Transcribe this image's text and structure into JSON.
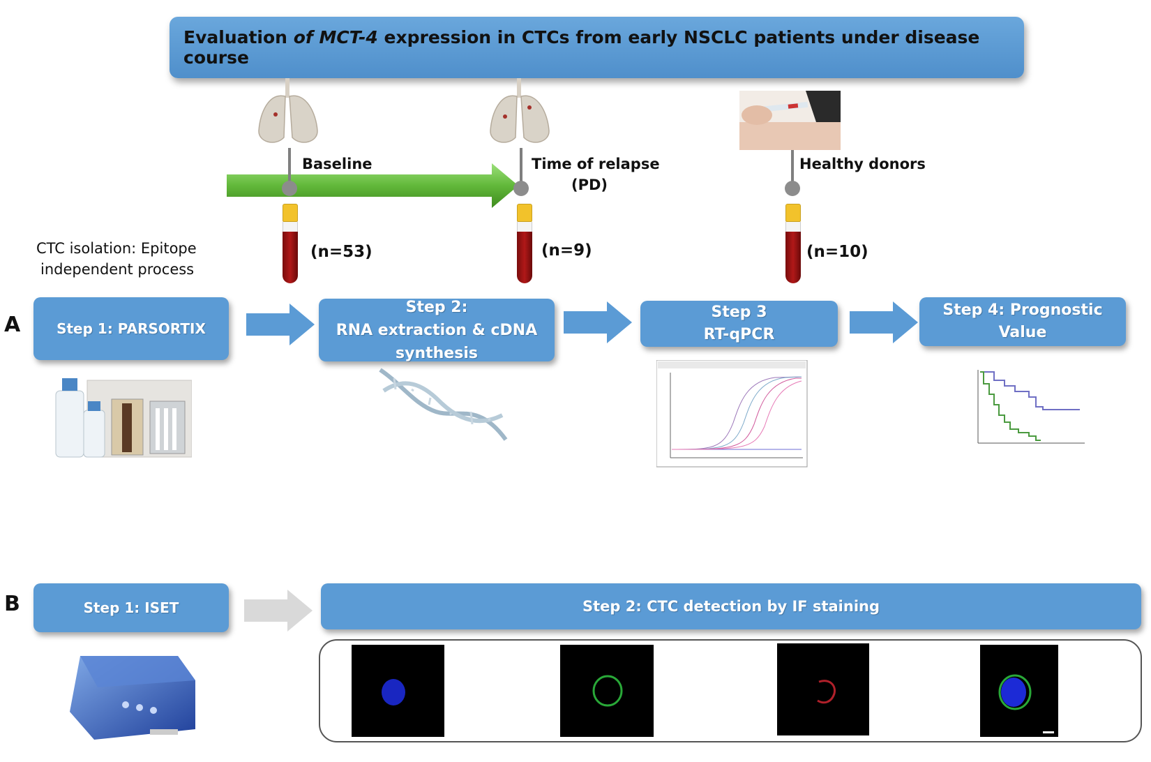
{
  "title": {
    "prefix": "Evaluation ",
    "italic": "of MCT-4",
    "suffix": " expression in CTCs from early NSCLC patients under disease course"
  },
  "timeline": {
    "baseline": "Baseline",
    "relapse_line1": "Time of relapse",
    "relapse_line2": "(PD)",
    "healthy": "Healthy donors",
    "n_baseline": "(n=53)",
    "n_relapse": "(n=9)",
    "n_healthy": "(n=10)"
  },
  "isolation_note": {
    "line1": "CTC isolation: Epitope",
    "line2": "independent process"
  },
  "panel_a": {
    "label": "A",
    "step1": "Step 1: PARSORTIX",
    "step2_line1": "Step 2:",
    "step2_line2": "RNA  extraction & cDNA",
    "step2_line3": "synthesis",
    "step3_line1": "Step 3",
    "step3_line2": "RT-qPCR",
    "step4_line1": "Step 4: Prognostic",
    "step4_line2": "Value"
  },
  "panel_b": {
    "label": "B",
    "step1": "Step 1: ISET",
    "step2": "Step 2:  CTC detection by IF staining"
  },
  "colors": {
    "box_blue": "#5b9bd5",
    "arrow_green": "#6cc043",
    "tube_cap": "#f2c22b",
    "blood": "#9e1414"
  },
  "icons": [
    "lungs-icon",
    "injection-photo",
    "blood-tube-icon",
    "parsortix-device",
    "dna-helix",
    "qpcr-curve-plot",
    "survival-curve-plot",
    "iset-device",
    "if-staining-image"
  ]
}
